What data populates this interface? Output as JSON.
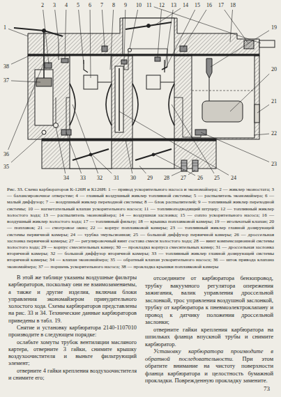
{
  "diagram": {
    "caption": "Рис. 33. Схема карбюраторов К-126Н и К126Н: 1 — привод ускорительного насоса и экономайзера; 2 — жиклер эконостата; 3 — балансировочное отверстие; 4 — главный воздушный жиклер топливной системы; 5 — распылитель экономайзера; 6 — малый диффузор; 7 — воздушный жиклер переходной системы; 8 — блок распылителей; 9 — топливный жиклер переходной системы; 10 — нагнетательный клапан ускорительного насоса; 11 — топливоподводящий штуцер; 12 — топливный жиклер холостого хода; 13 — распылитель экономайзера; 14 — воздушная заслонка; 15 — сопло ускорительного насоса; 16 — воздушный жиклер холостого хода; 17 — топливный фильтр; 18 — крышка поплавковой камеры; 19 — игольчатый клапан; 20 — поплавок; 21 — смотровое окно; 22 — корпус поплавковой камеры; 23 — топливный жиклер главной дозирующей системы первичной камеры; 24 — трубка эмульсионная; 25 — большой диффузор первичной камеры; 26 — дроссельная заслонка первичной камеры; 27 — регулировочный винт состава смеси холостого хода; 28 — винт компенсационной системы холостого хода; 29 — корпус смесительных камер; 30 — прокладка корпуса смесительных камер; 31 — дроссельная заслонка вторичной камеры; 32 — большой диффузор вторичной камеры; 33 — топливный жиклер главной дозирующей системы вторичной камеры; 34 — клапан экономайзера; 35 — обратный клапан ускорительного насоса; 36 — шток привода клапана экономайзера; 37 — поршень ускорительного насоса; 38 — прокладка крышки поплавковой камеры",
    "labels": [
      "1",
      "2",
      "3",
      "4",
      "5",
      "6",
      "7",
      "8",
      "9",
      "10",
      "11",
      "12",
      "13",
      "14",
      "15",
      "16",
      "17",
      "18",
      "19",
      "20",
      "21",
      "22",
      "23",
      "24",
      "25",
      "26",
      "27",
      "28",
      "29",
      "30",
      "31",
      "32",
      "33",
      "34",
      "35",
      "36",
      "37",
      "38",
      "В этой же таблице указаны воздушные фильтры карбюраторов, поскольку они не взаимозаменяемы, а также и другие изделия, включая блоки управления экономайзером принудительного холостого хода. Схемы карбюраторов представлены на рис. 33 и 34. Технические данные карбюраторов приведены в табл. 19.",
      "Снятие и установку карбюратора 2140-1107010 производите в следующем порядке:",
      "ослабьте хомуты трубок вентиляции масляного картера, отверните 3 гайки, снимите крышку воздухоочистителя и выньте фильтрующий элемент;",
      "отверните 4 гайки крепления воздухоочистителя и снимите его;",
      "отсоедините от карбюратора бензопровод, трубку вакуумного регулятора опережения зажигания, валик управления дроссельной заслонкой, трос управления воздушной заслонкой, трубку от карбюратора к пневмоэлектроклапану и провод к датчику положения дроссельной заслонки;",
      "отверните гайки крепления карбюратора на шпильках фланца впускной трубы и снимите карбюратор.",
      "Установку карбюратора производите в обратной последовательности.",
      "При этом обратите внимание на чистоту поверхности фланца карбюратора и целостность бумажной прокладки. Поврежденную прокладку замените.",
      "73"
    ]
  }
}
